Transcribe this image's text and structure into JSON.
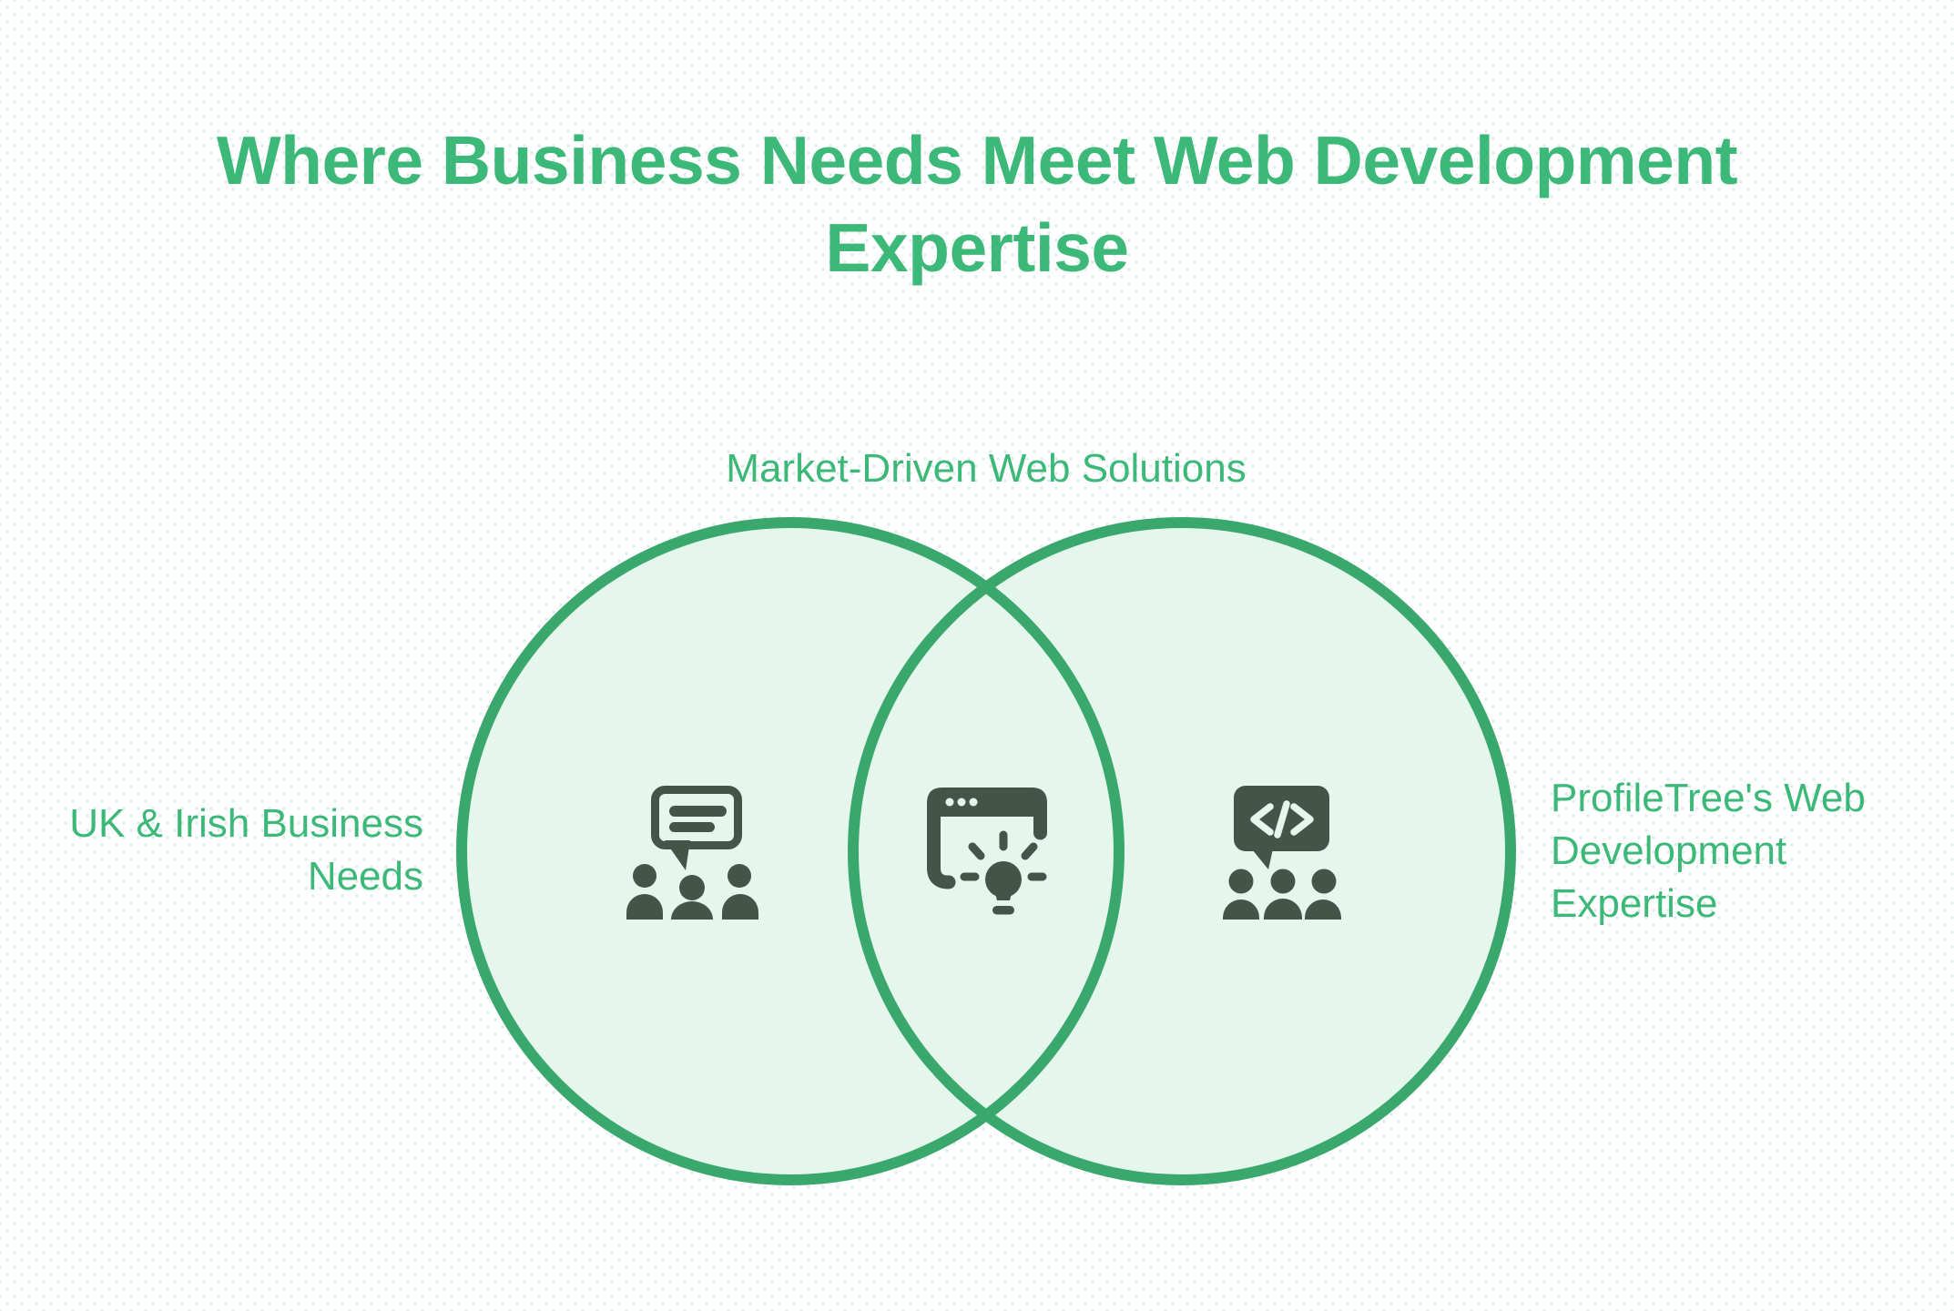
{
  "title": {
    "lines": [
      "Where Business Needs Meet Web Development",
      "Expertise"
    ]
  },
  "venn": {
    "overlap_label": "Market-Driven Web Solutions",
    "left_label_lines": [
      "UK & Irish Business",
      "Needs"
    ],
    "right_label_lines": [
      "ProfileTree's Web",
      "Development",
      "Expertise"
    ],
    "left_icon": "audience-speech-bubble-icon",
    "center_icon": "browser-lightbulb-icon",
    "right_icon": "code-speech-bubble-team-icon"
  },
  "colors": {
    "green_text": "#3cb878",
    "circle_stroke": "#3aa86d",
    "circle_fill": "#e5f6ec",
    "icon_dark": "#455449",
    "dot_color": "#d9edec"
  }
}
